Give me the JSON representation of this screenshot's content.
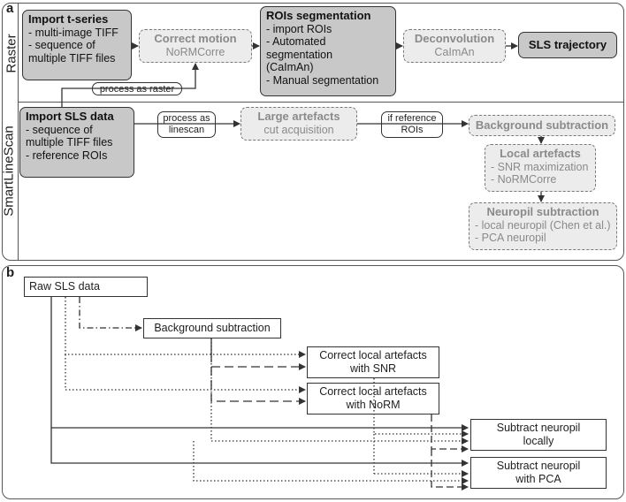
{
  "panel_a": {
    "label": "a",
    "raster_label": "Raster",
    "sls_label": "SmartLineScan",
    "import_tseries": {
      "title": "Import t-series",
      "items": [
        "- multi-image TIFF",
        "- sequence of",
        "multiple TIFF files"
      ]
    },
    "correct_motion": {
      "title": "Correct motion",
      "sub": "NoRMCorre"
    },
    "rois_segmentation": {
      "title": "ROIs segmentation",
      "items": [
        "- import ROIs",
        "- Automated",
        "segmentation",
        "(CaImAn)",
        "- Manual segmentation"
      ]
    },
    "deconvolution": {
      "title": "Deconvolution",
      "sub": "CaImAn"
    },
    "sls_trajectory": {
      "title": "SLS trajectory"
    },
    "process_as_raster": "process as raster",
    "import_sls": {
      "title": "Import SLS data",
      "items": [
        "- sequence of",
        "multiple TIFF files",
        "- reference ROIs"
      ]
    },
    "process_as_linescan": [
      "process as",
      "linescan"
    ],
    "large_artefacts": {
      "title": "Large artefacts",
      "sub": "cut acquisition"
    },
    "if_reference": [
      "if reference",
      "ROIs"
    ],
    "background_subtraction": {
      "title": "Background subtraction"
    },
    "local_artefacts": {
      "title": "Local artefacts",
      "items": [
        "- SNR maximization",
        "- NoRMCorre"
      ]
    },
    "neuropil_subtraction": {
      "title": "Neuropil subtraction",
      "items": [
        "- local neuropil (Chen et al.)",
        "- PCA neuropil"
      ]
    }
  },
  "panel_b": {
    "label": "b",
    "raw_sls": "Raw SLS data",
    "background_subtraction": "Background subtraction",
    "correct_snr": [
      "Correct local artefacts",
      "with SNR"
    ],
    "correct_norm": [
      "Correct local artefacts",
      "with NoRM"
    ],
    "subtract_local": [
      "Subtract neuropil",
      "locally"
    ],
    "subtract_pca": [
      "Subtract neuropil",
      "with PCA"
    ]
  },
  "colors": {
    "solid_fill": "#c8c8c8",
    "dotted_fill": "#ececec",
    "grey_text": "#8a8a8a",
    "line": "#333333"
  }
}
